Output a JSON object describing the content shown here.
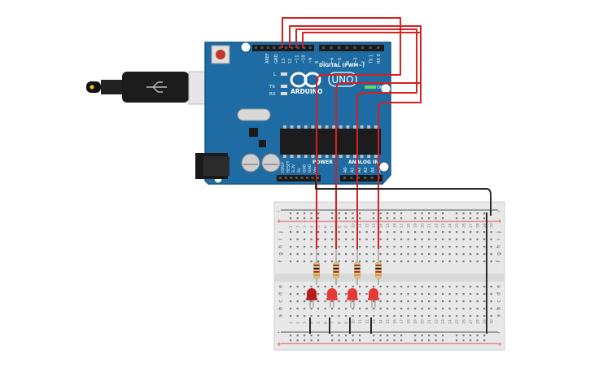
{
  "arduino": {
    "brand": "ARDUINO",
    "model": "UNO",
    "label_aref": "AREF",
    "label_gnd": "GND",
    "digital_label": "DIGITAL (PWM~)",
    "digital_pins": [
      "13",
      "12",
      "~11",
      "~10",
      "~9",
      "8",
      "7",
      "~6",
      "~5",
      "4",
      "~3",
      "2",
      "TX 1",
      "RX 0"
    ],
    "led_l": "L",
    "led_tx": "TX",
    "led_rx": "RX",
    "power_label": "POWER",
    "analog_label": "ANALOG IN",
    "power_pins": [
      "IOREF",
      "RESET",
      "3.3V",
      "5V",
      "GND",
      "GND",
      "Vin"
    ],
    "analog_pins": [
      "A0",
      "A1",
      "A2",
      "A3",
      "A4",
      "A5"
    ],
    "on_label": "ON"
  },
  "breadboard": {
    "row_letters_top": [
      "j",
      "i",
      "h",
      "g",
      "f"
    ],
    "row_letters_bottom": [
      "e",
      "d",
      "c",
      "b",
      "a"
    ],
    "rail_plus": "+",
    "rail_minus": "-",
    "columns": 30
  },
  "leds": [
    {
      "color": "#b71c1c"
    },
    {
      "color": "#e53935"
    },
    {
      "color": "#e53935"
    },
    {
      "color": "#e53935"
    }
  ],
  "colors": {
    "board": "#1e6ca3",
    "wire_red": "#d62020",
    "wire_black": "#2a2a2a",
    "breadboard": "#e8e8e8"
  }
}
